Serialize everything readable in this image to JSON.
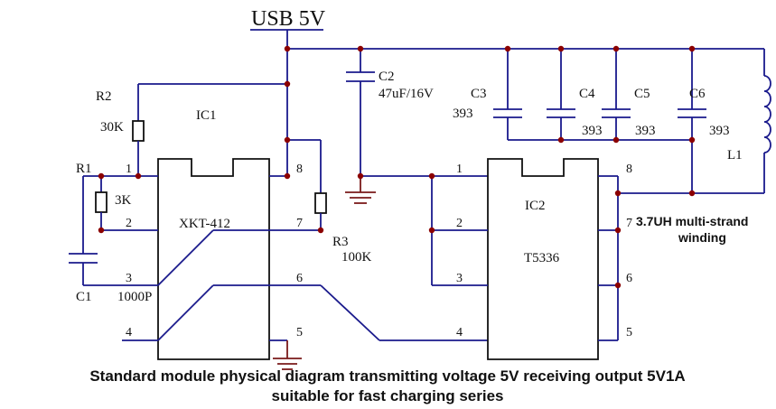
{
  "power_label": "USB 5V",
  "ic1": {
    "ref": "IC1",
    "part": "XKT-412",
    "pins": [
      "1",
      "2",
      "3",
      "4",
      "5",
      "6",
      "7",
      "8"
    ]
  },
  "ic2": {
    "ref": "IC2",
    "part": "T5336",
    "pins": [
      "1",
      "2",
      "3",
      "4",
      "5",
      "6",
      "7",
      "8"
    ]
  },
  "components": {
    "r1": {
      "ref": "R1",
      "value": "3K"
    },
    "r2": {
      "ref": "R2",
      "value": "30K"
    },
    "r3": {
      "ref": "R3",
      "value": "100K"
    },
    "c1": {
      "ref": "C1",
      "value": "1000P"
    },
    "c2": {
      "ref": "C2",
      "value": "47uF/16V"
    },
    "c3": {
      "ref": "C3",
      "value": "393"
    },
    "c4": {
      "ref": "C4",
      "value": "393"
    },
    "c5": {
      "ref": "C5",
      "value": "393"
    },
    "c6": {
      "ref": "C6",
      "value": "393"
    },
    "l1": {
      "ref": "L1",
      "value": "3.7UH multi-strand winding"
    }
  },
  "caption": {
    "line1": "Standard module physical diagram transmitting voltage 5V receiving output 5V1A",
    "line2": "suitable for fast charging series"
  },
  "colors": {
    "wire": "#1a1a8c",
    "junction": "#8b0000",
    "ground": "#7a1a1a"
  }
}
